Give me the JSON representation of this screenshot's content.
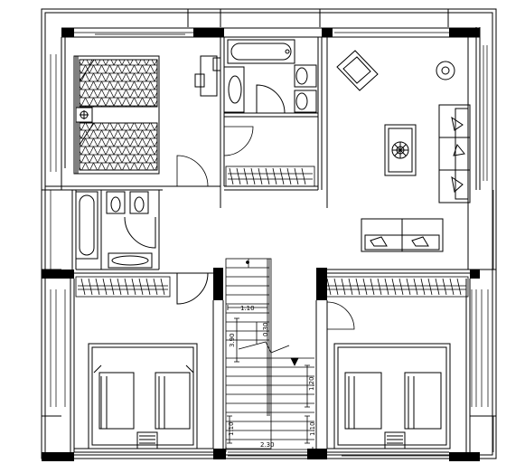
{
  "dimensions": {
    "stair_top_width": "1.10",
    "stair_landing_depth": "0.30",
    "stair_flight_length": "3.90",
    "right_flight_height": "1.20",
    "left_lower_height": "1.10",
    "right_lower_height": "1.10",
    "stair_total_width": "2.30"
  },
  "colors": {
    "line": "#000000",
    "wall_fill": "#000000",
    "background": "#ffffff"
  }
}
